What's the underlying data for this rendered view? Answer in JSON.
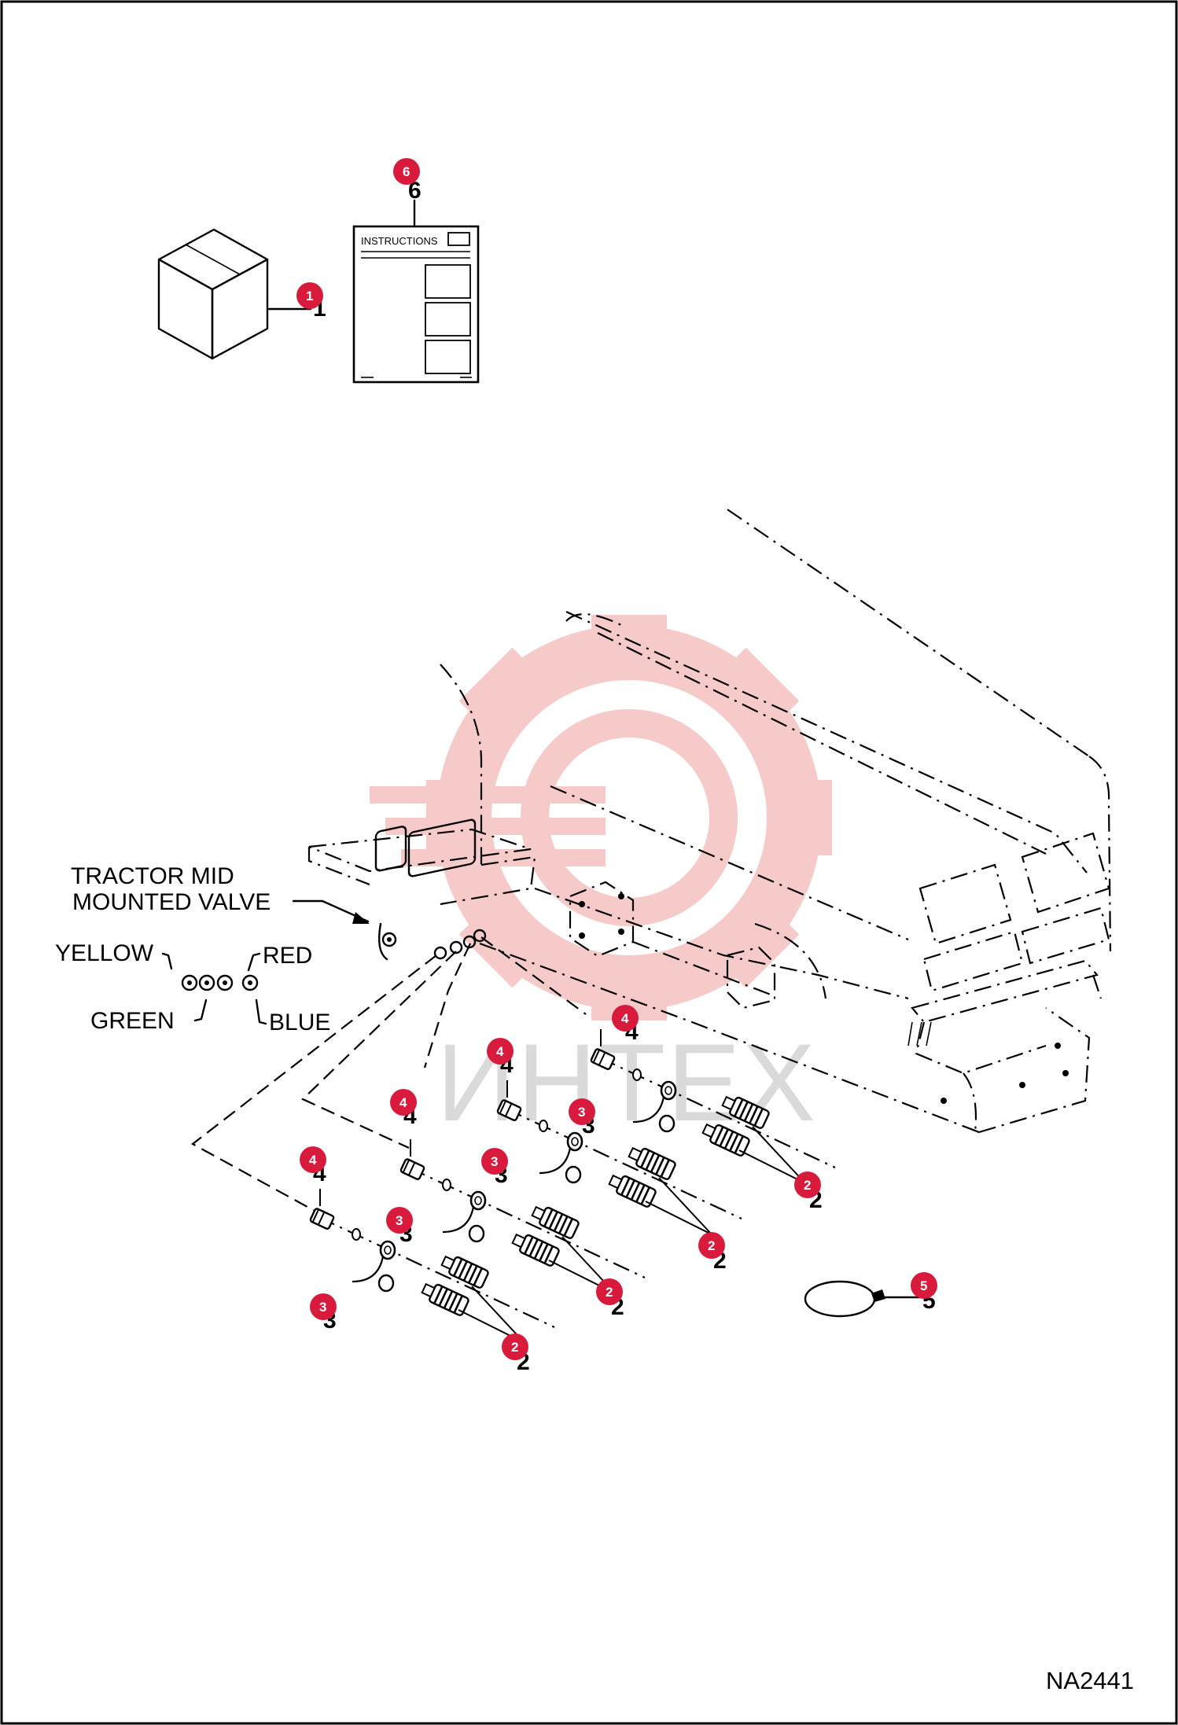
{
  "labels": {
    "instructions": "INSTRUCTIONS",
    "tractor_mid_line1": "TRACTOR MID",
    "tractor_mid_line2": "MOUNTED VALVE",
    "yellow": "YELLOW",
    "red": "RED",
    "green": "GREEN",
    "blue": "BLUE",
    "drawing_code": "NA2441",
    "watermark_text": "ИНТЕХ"
  },
  "callouts": [
    {
      "num": "1",
      "shadow": "1"
    },
    {
      "num": "6",
      "shadow": "6"
    },
    {
      "num": "4",
      "shadow": "4"
    },
    {
      "num": "4",
      "shadow": "4"
    },
    {
      "num": "4",
      "shadow": "4"
    },
    {
      "num": "4",
      "shadow": "4"
    },
    {
      "num": "3",
      "shadow": "3"
    },
    {
      "num": "3",
      "shadow": "3"
    },
    {
      "num": "3",
      "shadow": "3"
    },
    {
      "num": "3",
      "shadow": "3"
    },
    {
      "num": "2",
      "shadow": "2"
    },
    {
      "num": "2",
      "shadow": "2"
    },
    {
      "num": "2",
      "shadow": "2"
    },
    {
      "num": "2",
      "shadow": "2"
    },
    {
      "num": "5",
      "shadow": "5"
    }
  ],
  "colors": {
    "callout_fill": "#d81b3c",
    "watermark_gear": "#f4b9b9",
    "line": "#000000"
  }
}
